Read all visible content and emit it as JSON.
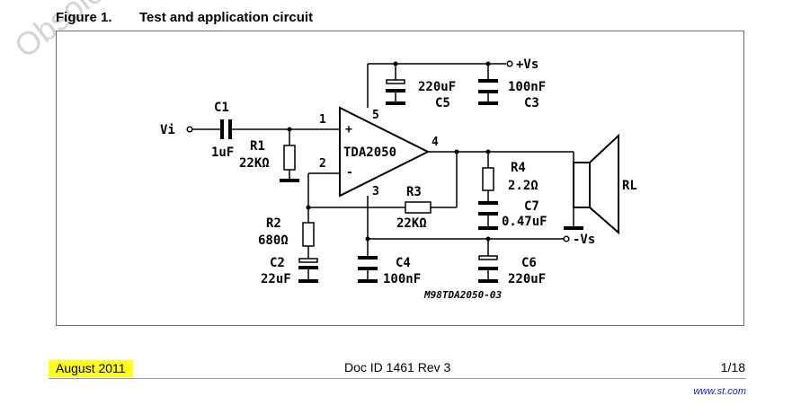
{
  "watermark": "Obsolete",
  "figure": {
    "number": "Figure 1.",
    "title": "Test and application circuit"
  },
  "schematic": {
    "input_label": "Vi",
    "ic_label": "TDA2050",
    "pins": {
      "p1": "1",
      "p2": "2",
      "p3": "3",
      "p4": "4",
      "p5": "5",
      "plus": "+",
      "minus": "-"
    },
    "rails": {
      "positive": "+Vs",
      "negative": "-Vs"
    },
    "load": "RL",
    "code": "M98TDA2050-03",
    "components": {
      "c1": {
        "name": "C1",
        "value": "1uF"
      },
      "r1": {
        "name": "R1",
        "value": "22KΩ"
      },
      "r2": {
        "name": "R2",
        "value": "680Ω"
      },
      "c2": {
        "name": "C2",
        "value": "22uF"
      },
      "r3": {
        "name": "R3",
        "value": "22KΩ"
      },
      "c4": {
        "name": "C4",
        "value": "100nF"
      },
      "c5": {
        "name": "C5",
        "value": "220uF"
      },
      "c3": {
        "name": "C3",
        "value": "100nF"
      },
      "r4": {
        "name": "R4",
        "value": "2.2Ω"
      },
      "c7": {
        "name": "C7",
        "value": "0.47uF"
      },
      "c6": {
        "name": "C6",
        "value": "220uF"
      }
    }
  },
  "footer": {
    "date": "August 2011",
    "doc_id": "Doc ID 1461 Rev 3",
    "page": "1/18",
    "website": "www.st.com"
  }
}
